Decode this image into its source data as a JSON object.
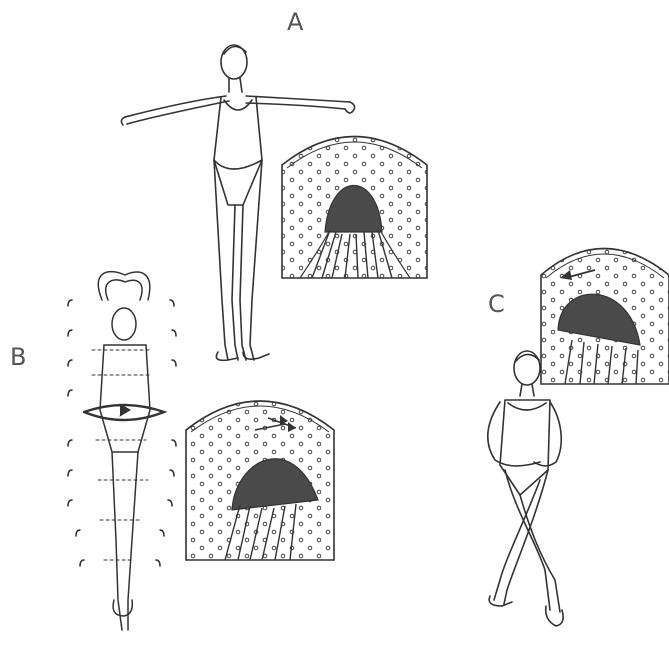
{
  "panels": [
    {
      "id": "A",
      "label": "A"
    },
    {
      "id": "B",
      "label": "B"
    },
    {
      "id": "C",
      "label": "C"
    }
  ],
  "colors": {
    "ink": "#333333",
    "fill_dark": "#4a4a4a",
    "paper": "#ffffff",
    "label": "#555555"
  },
  "icons": [
    "dancer-standing-arms-second",
    "dancer-spinning-arms-fifth",
    "dancer-crossed-legs-turn",
    "inner-ear-cupula-upright",
    "inner-ear-cupula-deflected-right",
    "inner-ear-cupula-deflected-left"
  ]
}
